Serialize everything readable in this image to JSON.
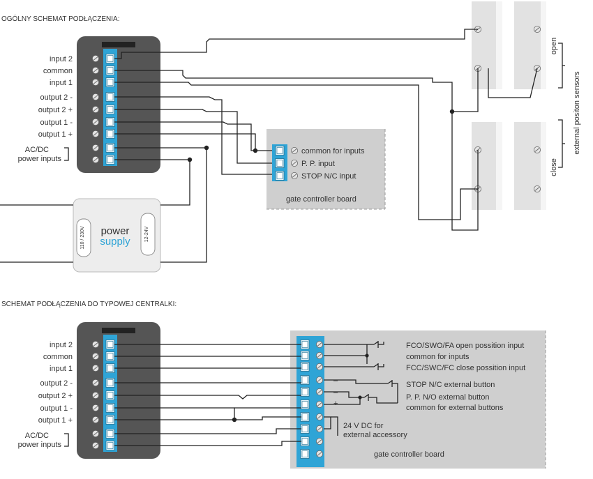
{
  "top": {
    "title": "OGÓLNY SCHEMAT PODŁĄCZENIA:",
    "module_labels": {
      "input2": "input 2",
      "common": "common",
      "input1": "input 1",
      "output2m": "output 2 -",
      "output2p": "output 2 +",
      "output1m": "output 1 -",
      "output1p": "output 1 +",
      "acdc1": "AC/DC",
      "acdc2": "power inputs"
    },
    "gate_board": {
      "common": "common for inputs",
      "pp": "P. P. input",
      "stop": "STOP N/C input",
      "name": "gate controller board"
    },
    "power_supply": {
      "brand_top": "power",
      "brand_bottom": "supply",
      "in_voltage": "110 / 230V",
      "out_voltage": "12-24V"
    },
    "sensors": {
      "open": "open",
      "close": "close",
      "group": "external positon sensors"
    }
  },
  "bottom": {
    "title": "SCHEMAT PODŁĄCZENIA DO TYPOWEJ CENTRALKI:",
    "module_labels": {
      "input2": "input 2",
      "common": "common",
      "input1": "input 1",
      "output2m": "output 2 -",
      "output2p": "output 2 +",
      "output1m": "output 1 -",
      "output1p": "output 1 +",
      "acdc1": "AC/DC",
      "acdc2": "power inputs"
    },
    "board": {
      "fco": "FCO/SWO/FA open possition input",
      "common_inputs": "common for inputs",
      "fcc": "FCC/SWC/FC close possition input",
      "stop": "STOP N/C external button",
      "pp": "P. P. N/O external button",
      "common_buttons": "common for external buttons",
      "dc1": "24 V DC for",
      "dc2": "external accessory",
      "name": "gate controller board",
      "minus1": "–",
      "minus2": "–",
      "plus": "+"
    }
  },
  "colors": {
    "module_body": "#555555",
    "terminal_blue": "#2fa4d6",
    "terminal_light": "#7fcbe8",
    "board_gray": "#cfcfcf",
    "wire": "#222222"
  }
}
